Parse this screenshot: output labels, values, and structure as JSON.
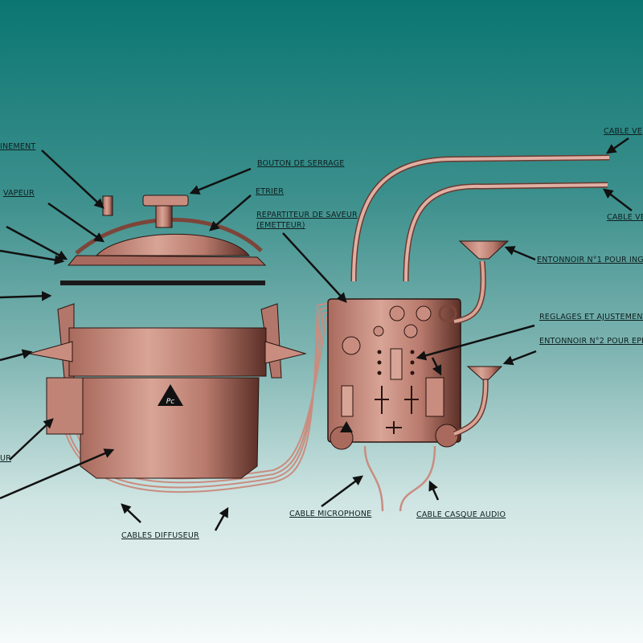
{
  "labels": {
    "positionnement": "INEMENT",
    "soupape_vapeur": "VAPEUR",
    "bouton_serrage": "BOUTON DE SERRAGE",
    "etrier": "ETRIER",
    "repartiteur_l1": "REPARTITEUR DE SAVEUR",
    "repartiteur_l2": "(EMETTEUR)",
    "cable_ve_1": "CABLE VE",
    "cable_ve_2": "CABLE VE",
    "entonnoir_1": "ENTONNOIR N°1  POUR ING",
    "reglages": "REGLAGES ET AJUSTEMENT",
    "entonnoir_2": "ENTONNOIR N°2 POUR EPI",
    "left_ur": "UR",
    "cables_diffuseur": "CABLES DIFFUSEUR",
    "cable_microphone": "CABLE MICROPHONE",
    "cable_casque": "CABLE CASQUE AUDIO"
  },
  "logo_text": "Pc",
  "colors": {
    "copper": "#c98d80",
    "copper_dark": "#8e5548",
    "ink": "#111111"
  }
}
